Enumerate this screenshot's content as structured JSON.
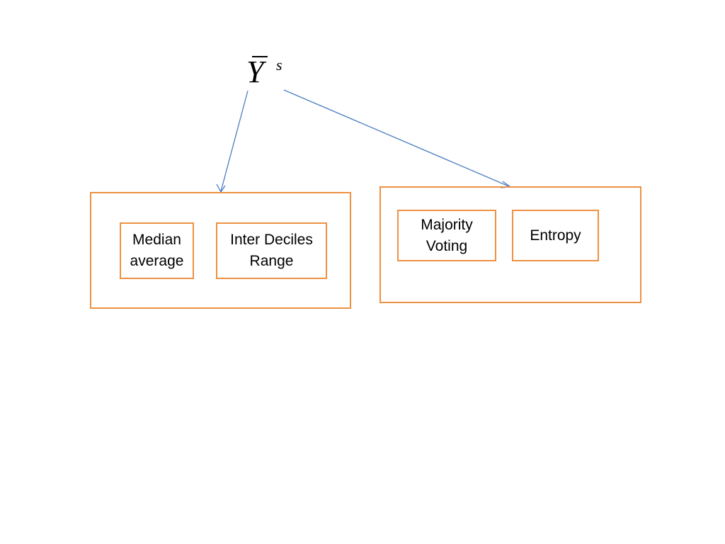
{
  "root": {
    "symbol": "Y",
    "superscript": "s"
  },
  "groups": {
    "left": {
      "items": [
        "Median\naverage",
        "Inter Deciles\nRange"
      ]
    },
    "right": {
      "items": [
        "Majority\nVoting",
        "Entropy"
      ]
    }
  },
  "colors": {
    "box_border": "#ed9142",
    "arrow": "#4a7cc0",
    "text": "#000000"
  }
}
